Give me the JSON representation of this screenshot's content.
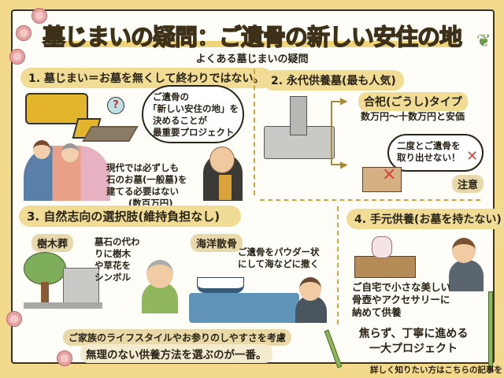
{
  "title": "墓じまいの疑問：ご遺骨の新しい安住の地",
  "subtitle": "よくある墓じまいの疑問",
  "section1": {
    "heading": "1. 墓じまい＝お墓を無くして終わりではない。",
    "question_mark": "?",
    "bubble_lines": [
      "ご遺骨の",
      "「新しい安住の地」を",
      "決めることが",
      "最重要プロジェクト"
    ],
    "note_lines": [
      "現代では必ずしも",
      "石のお墓(一般墓)を",
      "建てる必要はない",
      "(数百万円)"
    ]
  },
  "section2": {
    "heading": "2. 永代供養墓(最も人気)",
    "type_label": "合祀(ごうし)タイプ",
    "price": "数万円〜十数万円と安価",
    "warning_lines": [
      "二度とご遺骨を",
      "取り出せない！"
    ],
    "caution": "注意"
  },
  "section3": {
    "heading": "3. 自然志向の選択肢(維持負担なし)",
    "tree_label": "樹木葬",
    "tree_lines": [
      "墓石の代わ",
      "りに樹木",
      "や草花を",
      "シンボル"
    ],
    "sea_label": "海洋散骨",
    "sea_lines": [
      "ご遺骨をパウダー状",
      "にして海などに撒く"
    ]
  },
  "section4": {
    "heading": "4. 手元供養(お墓を持たない)",
    "lines": [
      "ご自宅で小さな美しい",
      "骨壺やアクセサリーに",
      "納めて供養"
    ]
  },
  "footer": {
    "advice_line1": "ご家族のライフスタイルやお参りのしやすさを考慮",
    "advice_line2": "無理のない供養方法を選ぶのが一番。",
    "closing_lines": [
      "焦らず、丁寧に進める",
      "一大プロジェクト"
    ],
    "link_text": "詳しく知りたい方はこちらの記事を"
  },
  "colors": {
    "background": "#f2d98c",
    "pill": "#f0dc95",
    "title_fill": "#c9a233",
    "divider": "#c9a940",
    "cross": "#d9473a"
  }
}
